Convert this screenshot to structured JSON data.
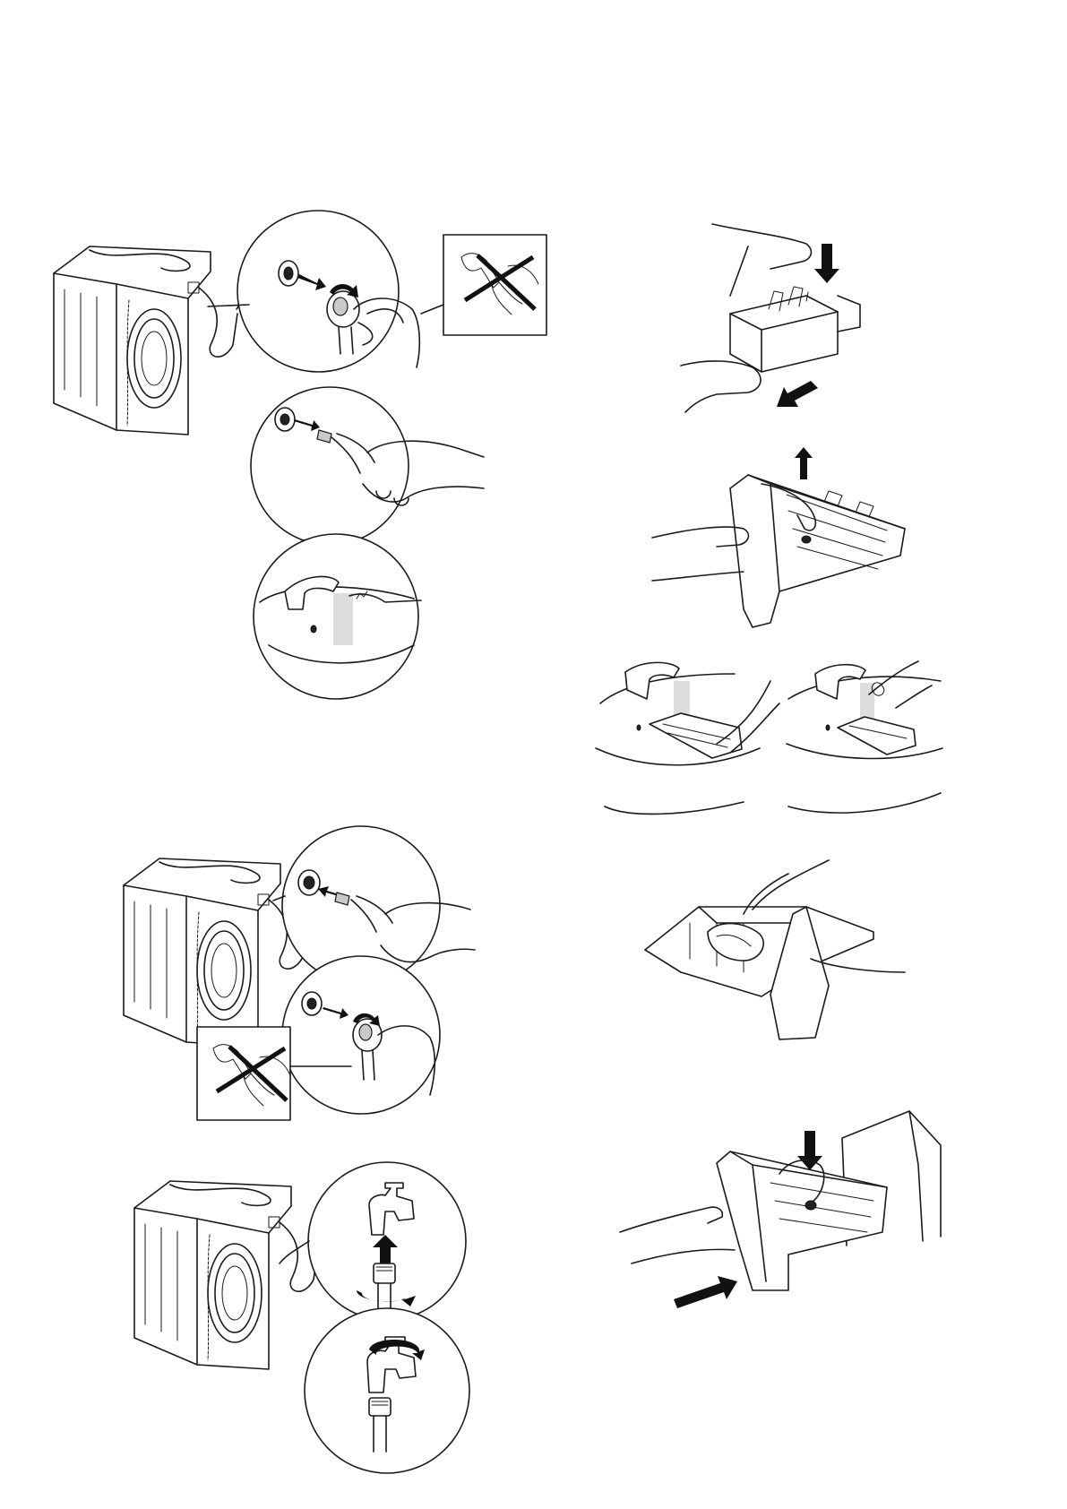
{
  "page": {
    "type": "instruction-illustrations",
    "text_labels": []
  },
  "figures": [
    {
      "id": "inlet-filter-removal",
      "icons": [
        "washing-machine-rear-icon",
        "inlet-hose-unscrew-icon",
        "no-pliers-icon",
        "pliers-pull-filter-icon",
        "rinse-filter-tap-icon"
      ]
    },
    {
      "id": "inlet-filter-refit",
      "icons": [
        "washing-machine-rear-icon",
        "pliers-insert-filter-icon",
        "hand-tighten-icon",
        "no-pliers-icon"
      ]
    },
    {
      "id": "tap-filter-clean",
      "icons": [
        "washing-machine-rear-icon",
        "tap-hose-connect-icon",
        "tap-unscrew-icon"
      ]
    },
    {
      "id": "dispenser-clean",
      "icons": [
        "dispenser-remove-icon",
        "dispenser-lever-icon",
        "dispenser-rinse-icon",
        "dispenser-rinse-2-icon",
        "dispenser-brush-icon",
        "dispenser-reinsert-icon"
      ]
    }
  ]
}
